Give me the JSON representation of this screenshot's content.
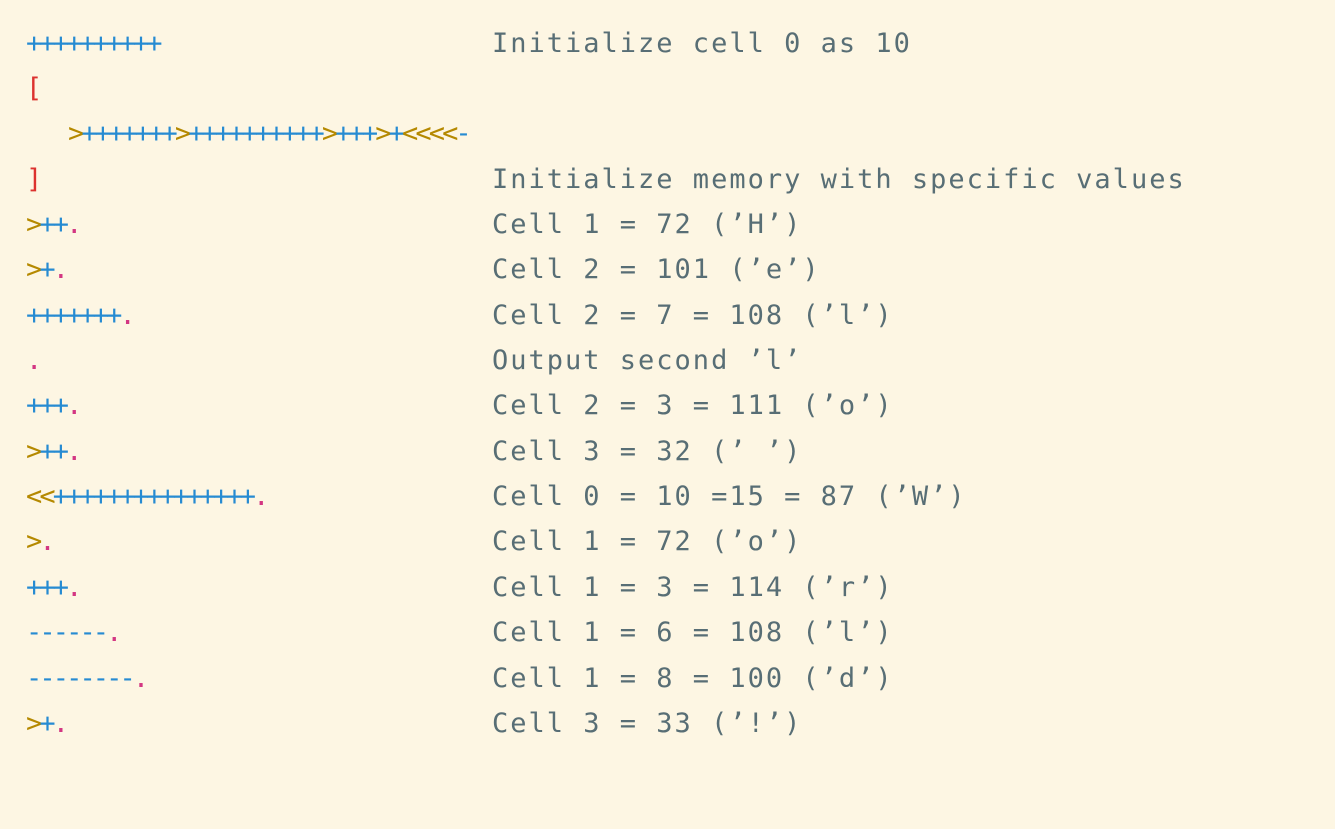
{
  "colors": {
    "background": "#fdf6e3",
    "comment_text": "#586e75",
    "arithmetic": "#268bd2",
    "pointer_move": "#b58900",
    "output": "#d33682",
    "loop_bracket": "#dc322f"
  },
  "lines": [
    {
      "code": "++++++++++",
      "comment": "Initialize cell 0 as 10"
    },
    {
      "code": "[",
      "comment": ""
    },
    {
      "code": ">+++++++>++++++++++>+++>+<<<<-",
      "comment": ""
    },
    {
      "code": "]",
      "comment": "Initialize memory with specific values"
    },
    {
      "code": ">++.",
      "comment": "Cell 1 = 72 (’H’)"
    },
    {
      "code": ">+.",
      "comment": "Cell 2 = 101 (’e’)"
    },
    {
      "code": "+++++++.",
      "comment": "Cell 2 = 7 = 108 (’l’)"
    },
    {
      "code": ".",
      "comment": "Output second ’l’"
    },
    {
      "code": "+++.",
      "comment": "Cell 2 = 3 = 111 (’o’)"
    },
    {
      "code": ">++.",
      "comment": "Cell 3 = 32 (’ ’)"
    },
    {
      "code": "<<+++++++++++++++.",
      "comment": "Cell 0 = 10 =15 = 87 (’W’)"
    },
    {
      "code": ">.",
      "comment": "Cell 1 = 72 (’o’)"
    },
    {
      "code": "+++.",
      "comment": "Cell 1 = 3 = 114 (’r’)"
    },
    {
      "code": "------.",
      "comment": "Cell 1 = 6 = 108 (’l’)"
    },
    {
      "code": "--------.",
      "comment": "Cell 1 = 8 = 100 (’d’)"
    },
    {
      "code": ">+.",
      "comment": "Cell 3 = 33 (’!’)"
    }
  ]
}
